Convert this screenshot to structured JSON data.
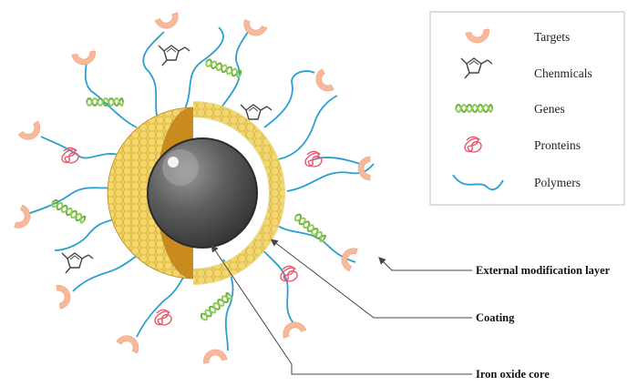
{
  "legend": {
    "items": [
      {
        "label": "Targets",
        "icon": "target-icon"
      },
      {
        "label": "Chenmicals",
        "icon": "chemical-icon"
      },
      {
        "label": "Genes",
        "icon": "gene-icon"
      },
      {
        "label": "Pronteins",
        "icon": "protein-icon"
      },
      {
        "label": "Polymers",
        "icon": "polymer-icon"
      }
    ]
  },
  "callouts": {
    "external_layer": "External modification layer",
    "coating": "Coating",
    "core": "Iron oxide core"
  },
  "colors": {
    "target": "#f6b494",
    "polymer": "#2a9fd0",
    "gene": "#6cb13c",
    "protein": "#e8566b",
    "coating_outer": "#e9c64a",
    "coating_inner": "#c98a1e",
    "core": "#555555"
  }
}
